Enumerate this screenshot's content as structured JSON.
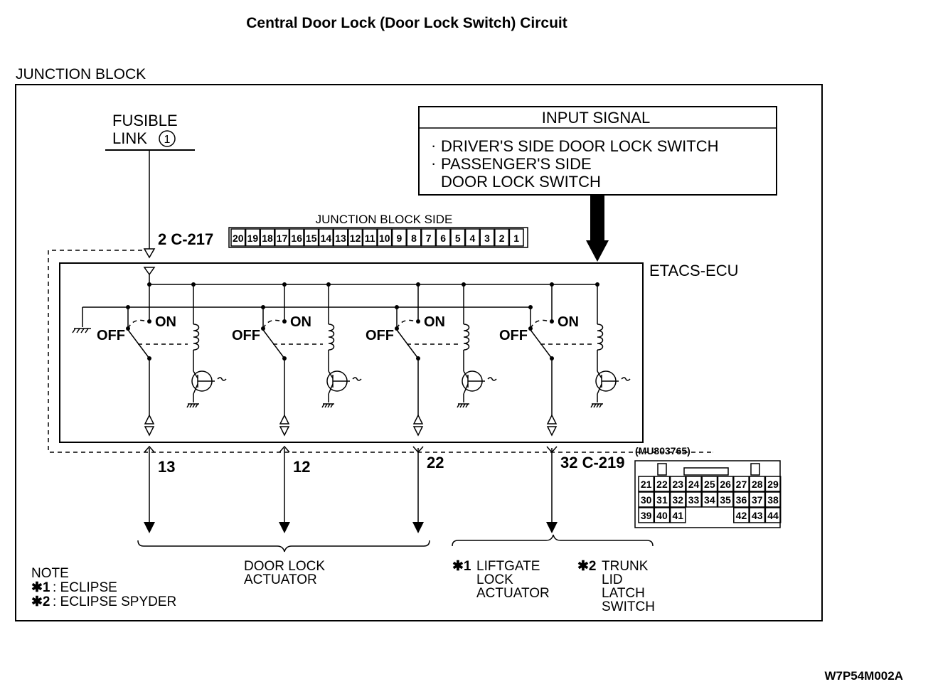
{
  "title": "Central Door Lock (Door Lock Switch) Circuit",
  "junction_block_label": "JUNCTION BLOCK",
  "fusible_link": {
    "line1": "FUSIBLE",
    "line2": "LINK",
    "number": "1"
  },
  "input_signal": {
    "header": "INPUT SIGNAL",
    "items": [
      "DRIVER'S SIDE DOOR LOCK SWITCH",
      "PASSENGER'S SIDE",
      "DOOR LOCK SWITCH"
    ]
  },
  "connector_c217": {
    "label": "2  C-217",
    "side_label": "JUNCTION BLOCK SIDE",
    "pins": [
      "20",
      "19",
      "18",
      "17",
      "16",
      "15",
      "14",
      "13",
      "12",
      "11",
      "10",
      "9",
      "8",
      "7",
      "6",
      "5",
      "4",
      "3",
      "2",
      "1"
    ]
  },
  "ecu_label": "ETACS-ECU",
  "relays": [
    {
      "off": "OFF",
      "on": "ON"
    },
    {
      "off": "OFF",
      "on": "ON"
    },
    {
      "off": "OFF",
      "on": "ON"
    },
    {
      "off": "OFF",
      "on": "ON"
    }
  ],
  "terminals": [
    "13",
    "12",
    "22",
    "32  C-219"
  ],
  "connector_c219": {
    "part_number": "(MU803765)",
    "rows": [
      [
        "21",
        "22",
        "23",
        "24",
        "25",
        "26",
        "27",
        "28",
        "29"
      ],
      [
        "30",
        "31",
        "32",
        "33",
        "34",
        "35",
        "36",
        "37",
        "38"
      ],
      [
        "39",
        "40",
        "41",
        "",
        "",
        "",
        "42",
        "43",
        "44"
      ]
    ]
  },
  "loads": {
    "door_lock": [
      "DOOR LOCK",
      "ACTUATOR"
    ],
    "liftgate": {
      "mark": "✱1",
      "lines": [
        "LIFTGATE",
        "LOCK",
        "ACTUATOR"
      ]
    },
    "trunk": {
      "mark": "✱2",
      "lines": [
        "TRUNK",
        "LID",
        "LATCH",
        "SWITCH"
      ]
    }
  },
  "note": {
    "heading": "NOTE",
    "items": [
      {
        "mark": "✱1",
        "text": ": ECLIPSE"
      },
      {
        "mark": "✱2",
        "text": ": ECLIPSE SPYDER"
      }
    ]
  },
  "figure_code": "W7P54M002A"
}
